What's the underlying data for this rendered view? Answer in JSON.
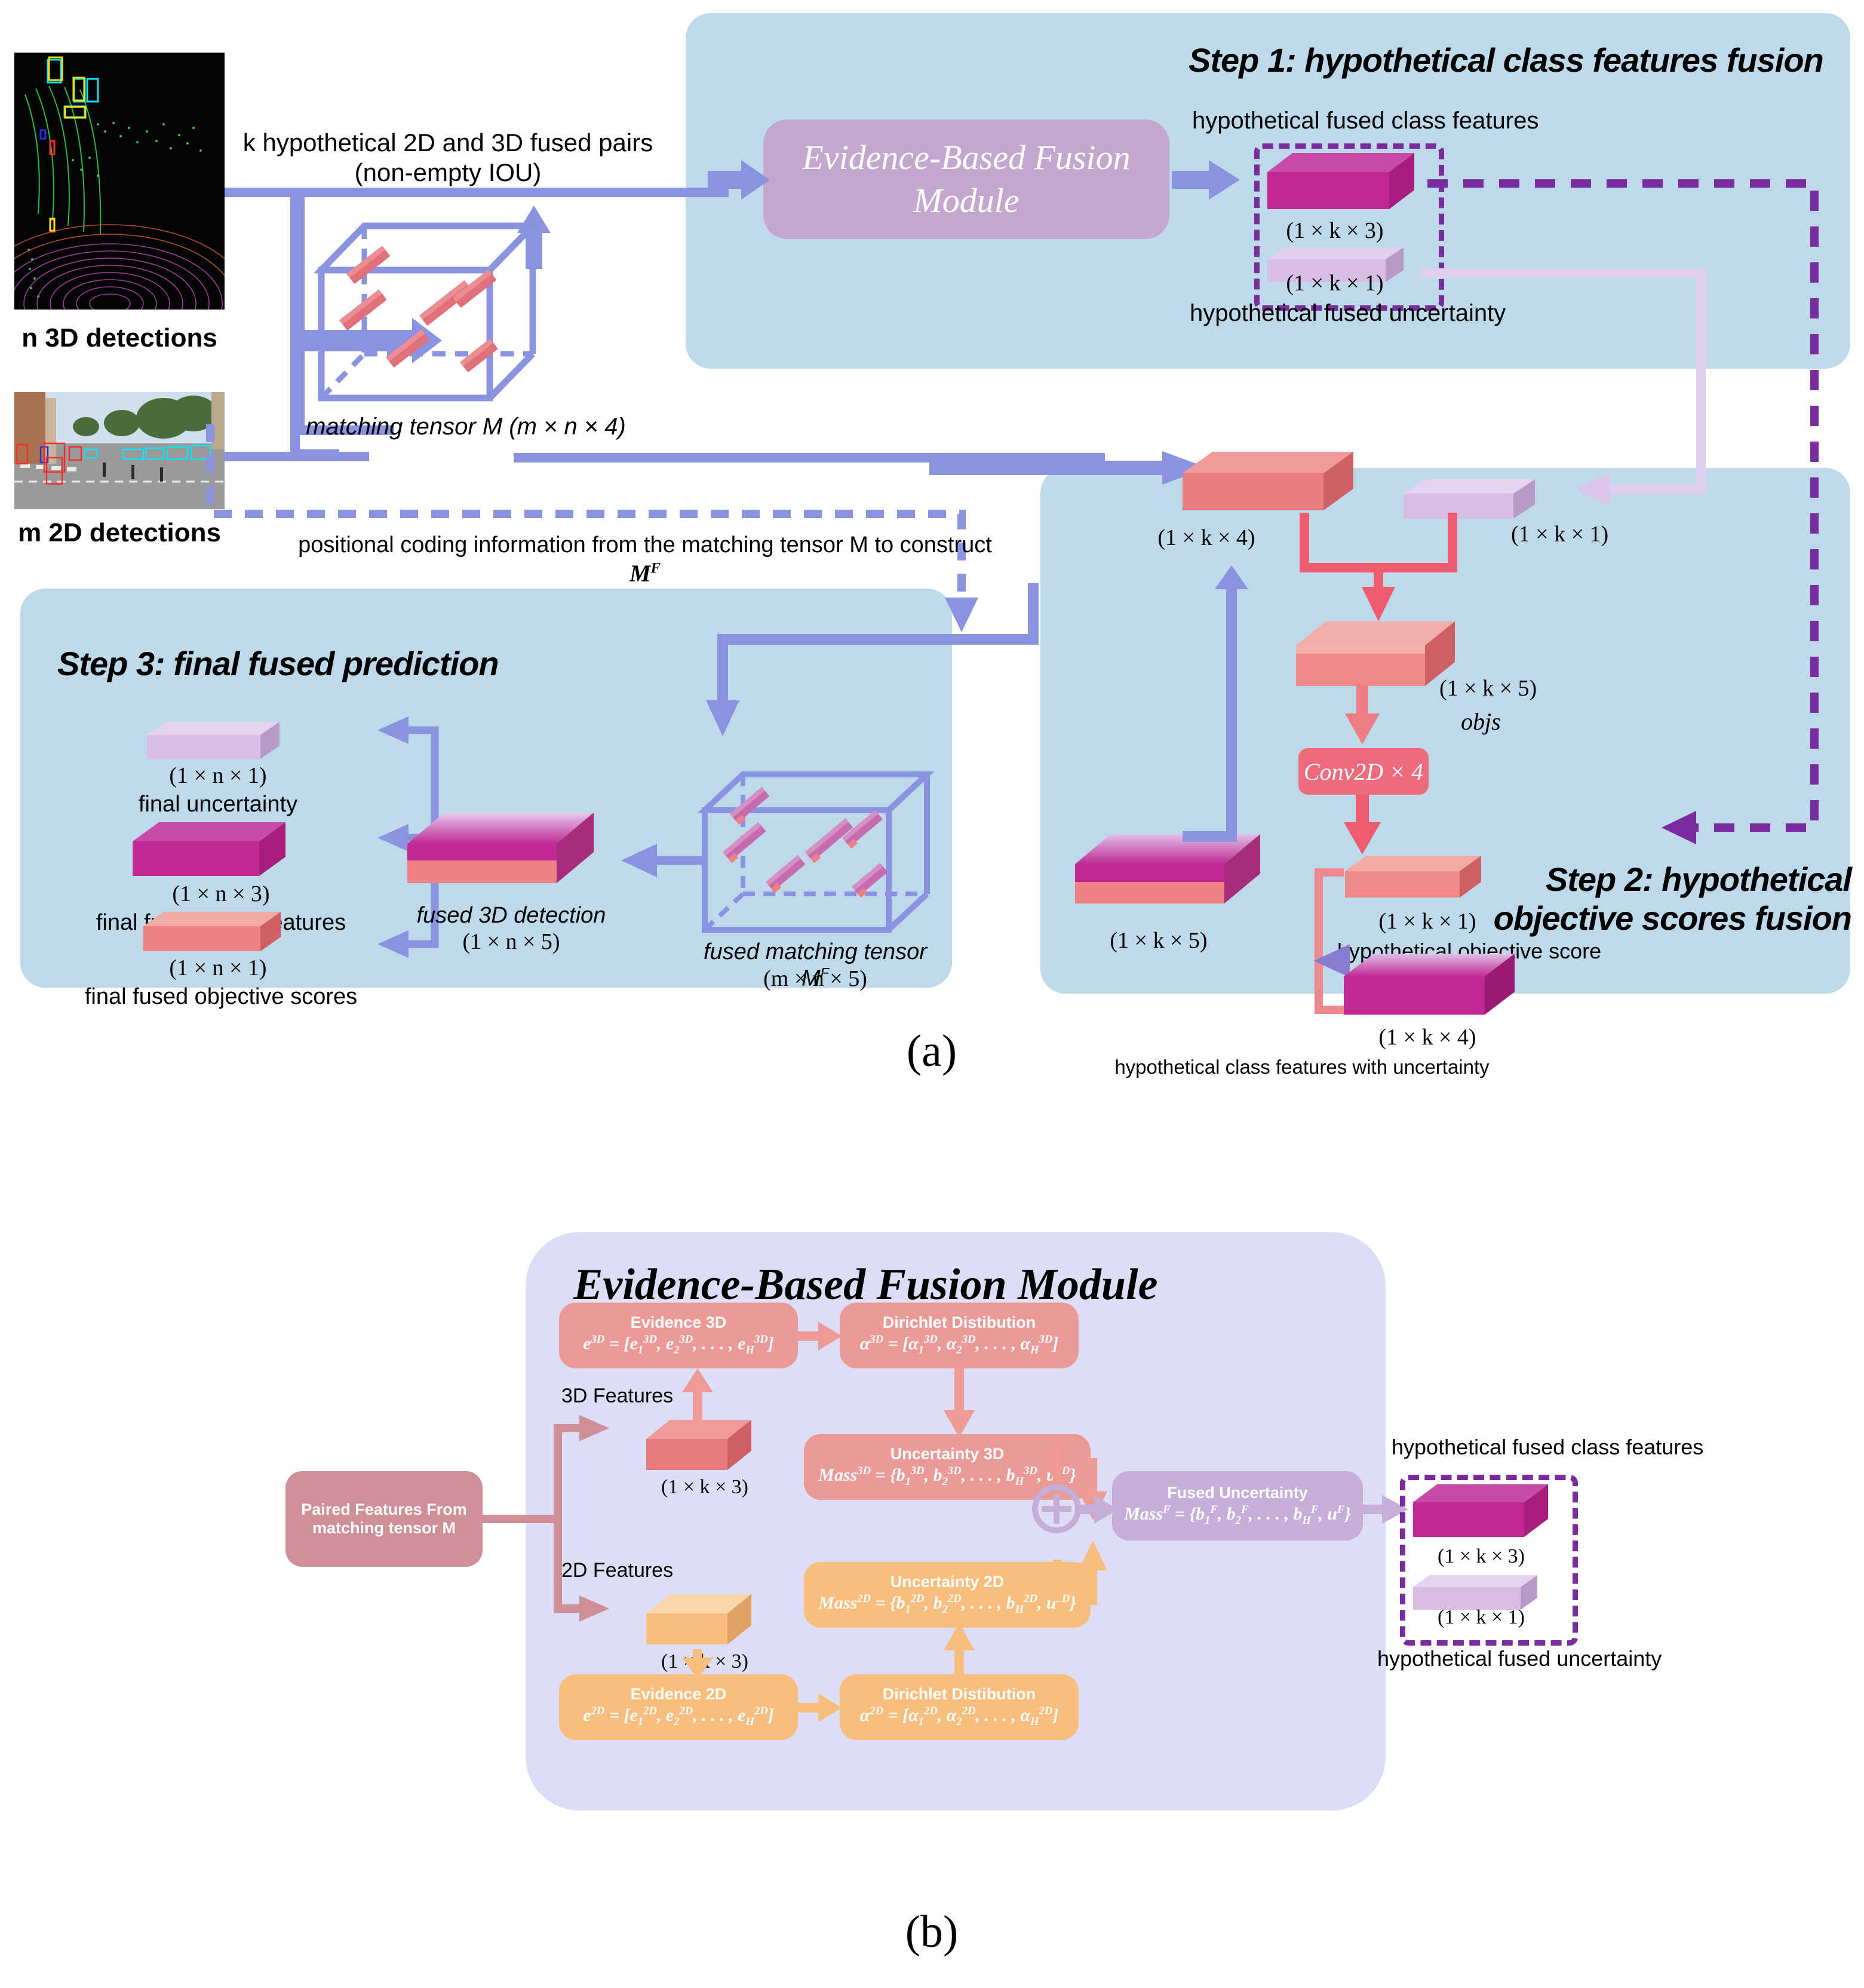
{
  "figure": {
    "caption_a": "(a)",
    "caption_b": "(b)"
  },
  "inputs": {
    "lidar_label": "n 3D detections",
    "camera_label": "m 2D detections",
    "pairs_line1": "k hypothetical 2D and 3D fused pairs",
    "pairs_line2": "(non-empty IOU)",
    "matching_tensor_label": "matching tensor M (m × n × 4)"
  },
  "positional": {
    "line1": "positional coding information from the matching tensor M to construct",
    "line2": "M",
    "line2_sup": "F"
  },
  "step1": {
    "title": "Step 1: hypothetical class features fusion",
    "module_line1": "Evidence-Based Fusion",
    "module_line2": "Module",
    "fused_class_features_label": "hypothetical fused class features",
    "fused_class_features_dim": "(1 × k × 3)",
    "fused_uncertainty_dim": "(1 × k × 1)",
    "fused_uncertainty_label": "hypothetical fused uncertainty"
  },
  "step2": {
    "title_line1": "Step 2: hypothetical",
    "title_line2": "objective scores fusion",
    "box_k4_dim": "(1 × k × 4)",
    "box_k1_dim": "(1 × k × 1)",
    "concat_k5_dim": "(1 × k × 5)",
    "objs_label": "objs",
    "conv_label": "Conv2D × 4",
    "score_dim": "(1 × k × 1)",
    "score_label": "hypothetical objective score",
    "out_k5_dim": "(1 × k × 5)",
    "class_unc_dim": "(1 × k × 4)",
    "class_unc_label": "hypothetical class features with uncertainty"
  },
  "step3": {
    "title": "Step 3:  final fused prediction",
    "final_uncertainty_dim": "(1 × n × 1)",
    "final_uncertainty_label": "final uncertainty",
    "final_class_dim": "(1 × n × 3)",
    "final_class_label": "final  fused class features",
    "final_obj_dim": "(1 × n × 1)",
    "final_obj_label": "final fused objective scores",
    "fused_3d_label": "fused 3D detection",
    "fused_3d_dim": "(1 × n × 5)",
    "fused_tensor_label": "fused matching tensor M",
    "fused_tensor_sup": "F",
    "fused_tensor_dim": "(m × n × 5)"
  },
  "ebf": {
    "title": "Evidence-Based Fusion Module",
    "paired_features_line1": "Paired Features From",
    "paired_features_line2": "matching tensor M",
    "features_3d_label": "3D Features",
    "features_3d_dim": "(1 × k × 3)",
    "features_2d_label": "2D Features",
    "features_2d_dim": "(1 × k × 3)",
    "evidence_3d_title": "Evidence 3D",
    "evidence_3d_formula": "e3D = [e13D, e23D, . . . , eH3D]",
    "dirichlet_3d_title": "Dirichlet Distibution",
    "dirichlet_3d_formula": "α3D = [α13D, α23D, . . . , αH3D]",
    "uncertainty_3d_title": "Uncertainty 3D",
    "uncertainty_3d_formula": "Mass3D = {b13D, b23D, . . . , bH3D, u3D}",
    "evidence_2d_title": "Evidence 2D",
    "evidence_2d_formula": "e2D = [e12D, e22D, . . . , eH2D]",
    "dirichlet_2d_title": "Dirichlet Distibution",
    "dirichlet_2d_formula": "α2D = [α12D, α22D, . . . , αH2D]",
    "uncertainty_2d_title": "Uncertainty 2D",
    "uncertainty_2d_formula": "Mass2D = {b12D, b22D, . . . , bH2D, u2D}",
    "fused_title": "Fused Uncertainty",
    "fused_formula": "MassF = {b1F, b2F, . . . , bHF, uF}",
    "plus_symbol": "⊕",
    "out_class_label": "hypothetical fused class features",
    "out_class_dim": "(1 × k × 3)",
    "out_unc_dim": "(1 × k × 1)",
    "out_unc_label": "hypothetical fused uncertainty"
  },
  "colors": {
    "panel_blue": "#bedaea",
    "panel_lavender": "#dcdef5",
    "arrow_periwinkle": "#8b92e0",
    "arrow_red": "#ec5a6e",
    "arrow_salmon": "#ee9b97",
    "arrow_orange": "#f9bd7e",
    "arrow_rose": "#cf8f96",
    "dashed_purple": "#7a2c9e",
    "slab_magenta": "#c12a95",
    "slab_salmon": "#ef7f80",
    "slab_lilac": "#d8bde4"
  }
}
